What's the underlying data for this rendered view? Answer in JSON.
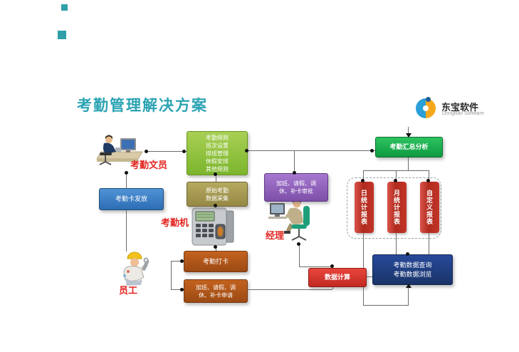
{
  "page": {
    "title": "考勤管理解决方案"
  },
  "logo": {
    "name": "东宝软件",
    "subtitle": "DongBao Software"
  },
  "actors": {
    "clerk": {
      "label": "考勤文员"
    },
    "machine": {
      "label": "考勤机"
    },
    "manager": {
      "label": "经理"
    },
    "employee": {
      "label": "员工"
    }
  },
  "boxes": {
    "rules": {
      "lines": [
        "考勤规则",
        "班次设置",
        "排班管理",
        "休假安排",
        "其他规则"
      ]
    },
    "collect": {
      "lines": [
        "原始考勤",
        "数据采集"
      ]
    },
    "approval": {
      "lines": [
        "加班、请假、调",
        "休、补卡审批"
      ]
    },
    "summary": {
      "label": "考勤汇总分析"
    },
    "card": {
      "label": "考勤卡发放"
    },
    "punch": {
      "label": "考勤打卡"
    },
    "apply": {
      "lines": [
        "加班、请假、调",
        "休、补卡申请"
      ]
    },
    "calc": {
      "label": "数据计算"
    },
    "query": {
      "lines": [
        "考勤数据查询",
        "考勤数据浏览"
      ]
    },
    "reports": [
      "日统计报表",
      "月统计报表",
      "自定义报表"
    ]
  },
  "colors": {
    "title": "#2ba3b3",
    "label_red": "#e2251f",
    "rules_green": "#7cb52c",
    "collect_olive": "#968945",
    "approval_purple": "#7d4fa8",
    "summary_green": "#0f9a41",
    "card_blue": "#2e6db4",
    "orange": "#9c4a14",
    "calc_red": "#c02a21",
    "query_navy": "#1a3468",
    "banner_red": "#c23528",
    "logo_blue": "#2b9fd8",
    "logo_orange": "#f6a81c"
  }
}
